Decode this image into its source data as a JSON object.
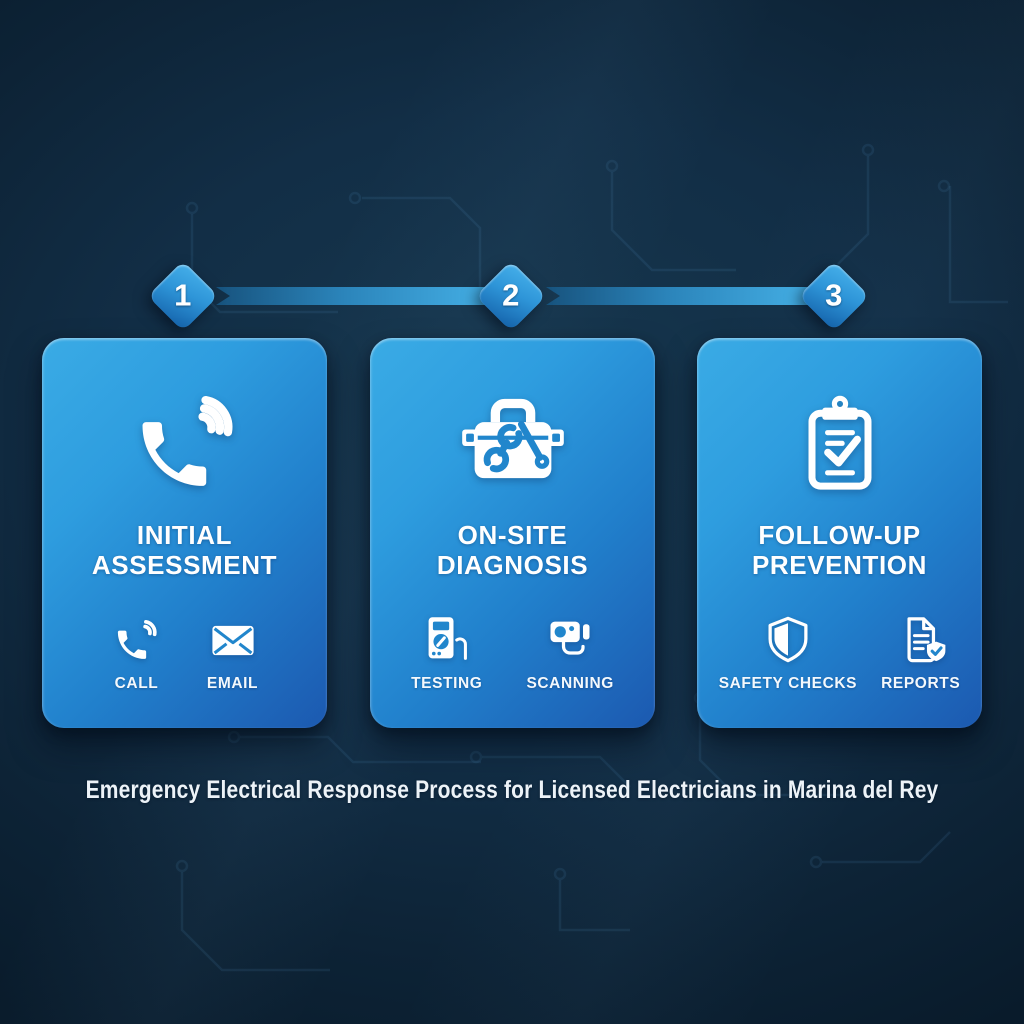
{
  "colors": {
    "background_outer": "#091b2b",
    "background_center": "#17384f",
    "card_gradient_top": "#3aabe5",
    "card_gradient_bottom": "#1c59b0",
    "diamond_top": "#46b0ea",
    "diamond_bottom": "#1563ab",
    "bar_dark": "#17537e",
    "bar_light": "#45b0e6",
    "icon_white": "#ffffff",
    "icon_accent_blue": "#2186cc",
    "circuit_trace": "#5aa0cc",
    "text_white": "#ffffff"
  },
  "timeline": {
    "steps": [
      "1",
      "2",
      "3"
    ]
  },
  "cards": [
    {
      "main_icon": "phone-volume-icon",
      "title_lines": [
        "INITIAL",
        "ASSESSMENT"
      ],
      "features": [
        {
          "icon": "call-icon",
          "label": "CALL"
        },
        {
          "icon": "email-icon",
          "label": "EMAIL"
        }
      ]
    },
    {
      "main_icon": "toolbox-icon",
      "title_lines": [
        "ON-SITE",
        "DIAGNOSIS"
      ],
      "features": [
        {
          "icon": "multimeter-icon",
          "label": "TESTING"
        },
        {
          "icon": "thermal-camera-icon",
          "label": "SCANNING"
        }
      ]
    },
    {
      "main_icon": "clipboard-check-icon",
      "title_lines": [
        "FOLLOW-UP",
        "PREVENTION"
      ],
      "features": [
        {
          "icon": "shield-icon",
          "label": "SAFETY CHECKS"
        },
        {
          "icon": "report-check-icon",
          "label": "REPORTS"
        }
      ]
    }
  ],
  "caption": "Emergency Electrical Response Process for Licensed Electricians in Marina del Rey"
}
